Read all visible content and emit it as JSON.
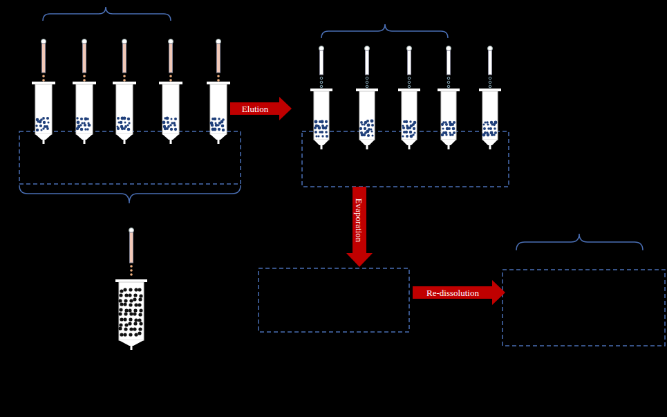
{
  "diagram": {
    "labels": [
      "Elution",
      "Evaporation",
      "Re-dissolution"
    ]
  }
}
